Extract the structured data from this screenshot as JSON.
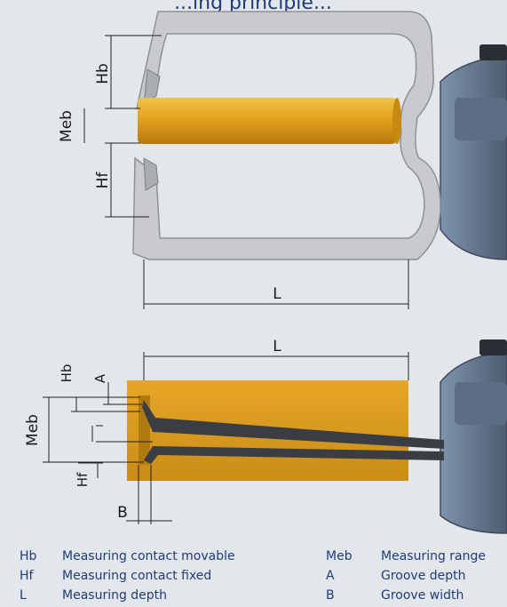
{
  "header": {
    "partial_text": "...ing principle..."
  },
  "top_diagram": {
    "labels": {
      "hb": "Hb",
      "meb": "Meb",
      "hf": "Hf",
      "l": "L"
    }
  },
  "bottom_diagram": {
    "labels": {
      "l": "L",
      "hb": "Hb",
      "a": "A",
      "meb": "Meb",
      "hf": "Hf",
      "b": "B"
    }
  },
  "legend": {
    "items": [
      {
        "abbr": "Hb",
        "desc": "Measuring contact movable"
      },
      {
        "abbr": "Hf",
        "desc": "Measuring contact fixed"
      },
      {
        "abbr": "L",
        "desc": "Measuring depth"
      },
      {
        "abbr": "Meb",
        "desc": "Measuring range"
      },
      {
        "abbr": "A",
        "desc": "Groove depth"
      },
      {
        "abbr": "B",
        "desc": "Groove width"
      }
    ]
  },
  "colors": {
    "background": "#e3e6ea",
    "legend_text": "#1f3c78",
    "workpiece": "#e8a419",
    "frame": "#c4c6c9",
    "gauge_body": "#7d8fa8"
  }
}
